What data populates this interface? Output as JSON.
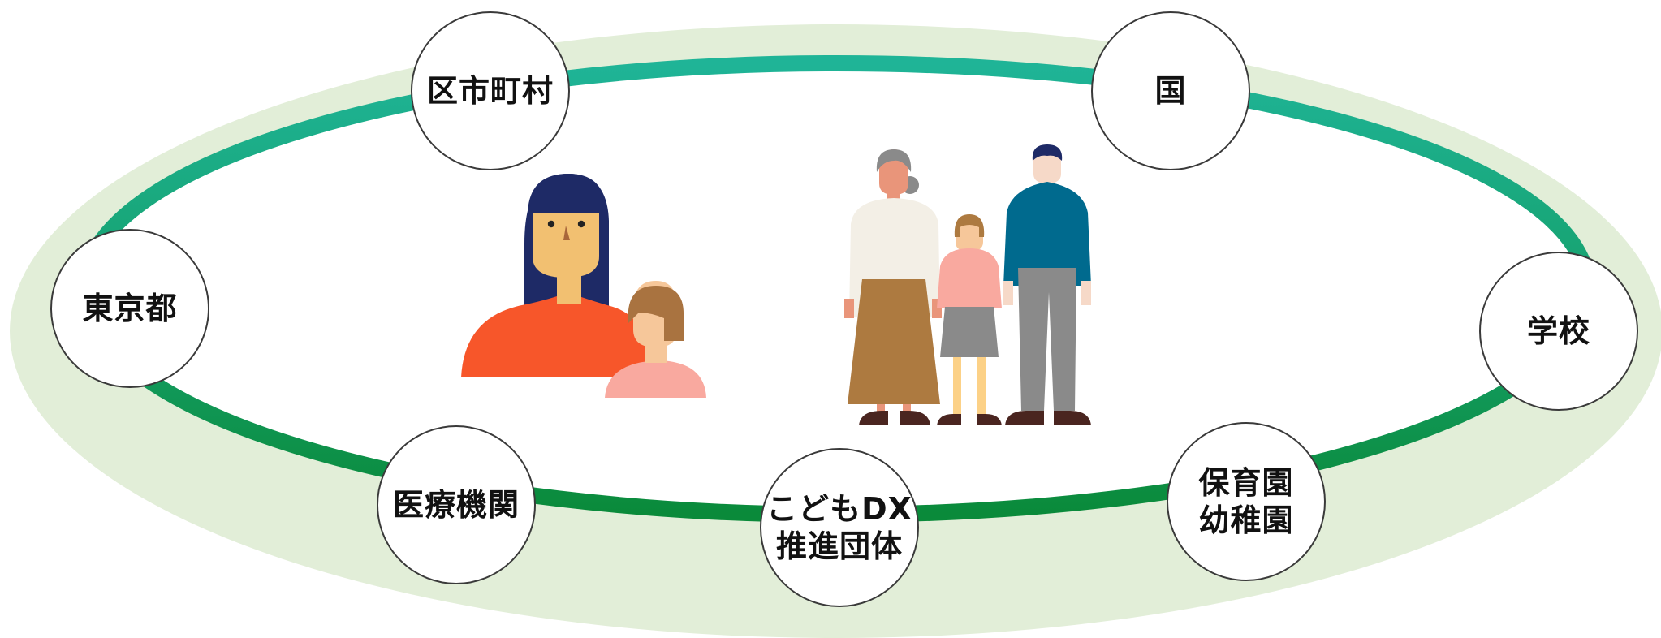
{
  "colors": {
    "outer_band": "#e2eed8",
    "ring_top": "#1fb497",
    "ring_bottom": "#0a8a3a",
    "node_border": "#3a3a3a",
    "node_fill": "#ffffff",
    "label_text": "#111111"
  },
  "nodes": {
    "municipalities": {
      "lines": [
        "区市町村"
      ]
    },
    "national": {
      "lines": [
        "国"
      ]
    },
    "tokyo": {
      "lines": [
        "東京都"
      ]
    },
    "school": {
      "lines": [
        "学校"
      ]
    },
    "medical": {
      "lines": [
        "医療機関"
      ]
    },
    "kodomo_dx": {
      "lines": [
        "こどもDX",
        "推進団体"
      ]
    },
    "nursery": {
      "lines": [
        "保育園",
        "幼稚園"
      ]
    }
  },
  "illustrations": {
    "left": "mother-and-child-illustration",
    "center": "family-illustration"
  }
}
